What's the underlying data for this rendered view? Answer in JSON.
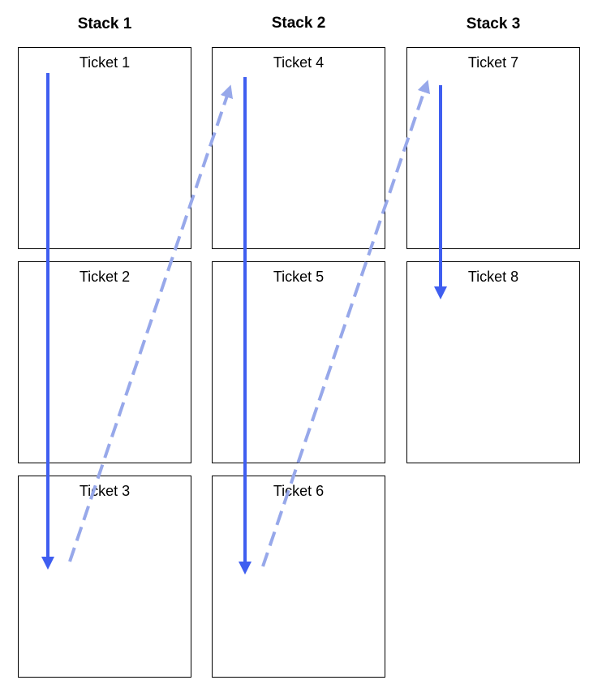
{
  "stacks": [
    {
      "title": "Stack 1",
      "tickets": [
        {
          "label": "Ticket 1"
        },
        {
          "label": "Ticket 2"
        },
        {
          "label": "Ticket 3"
        }
      ]
    },
    {
      "title": "Stack 2",
      "tickets": [
        {
          "label": "Ticket 4"
        },
        {
          "label": "Ticket 5"
        },
        {
          "label": "Ticket 6"
        }
      ]
    },
    {
      "title": "Stack 3",
      "tickets": [
        {
          "label": "Ticket 7"
        },
        {
          "label": "Ticket 8"
        }
      ]
    }
  ],
  "colors": {
    "solid_arrow": "#3f5ef0",
    "dashed_arrow": "#97a8ea",
    "border": "#000000"
  }
}
